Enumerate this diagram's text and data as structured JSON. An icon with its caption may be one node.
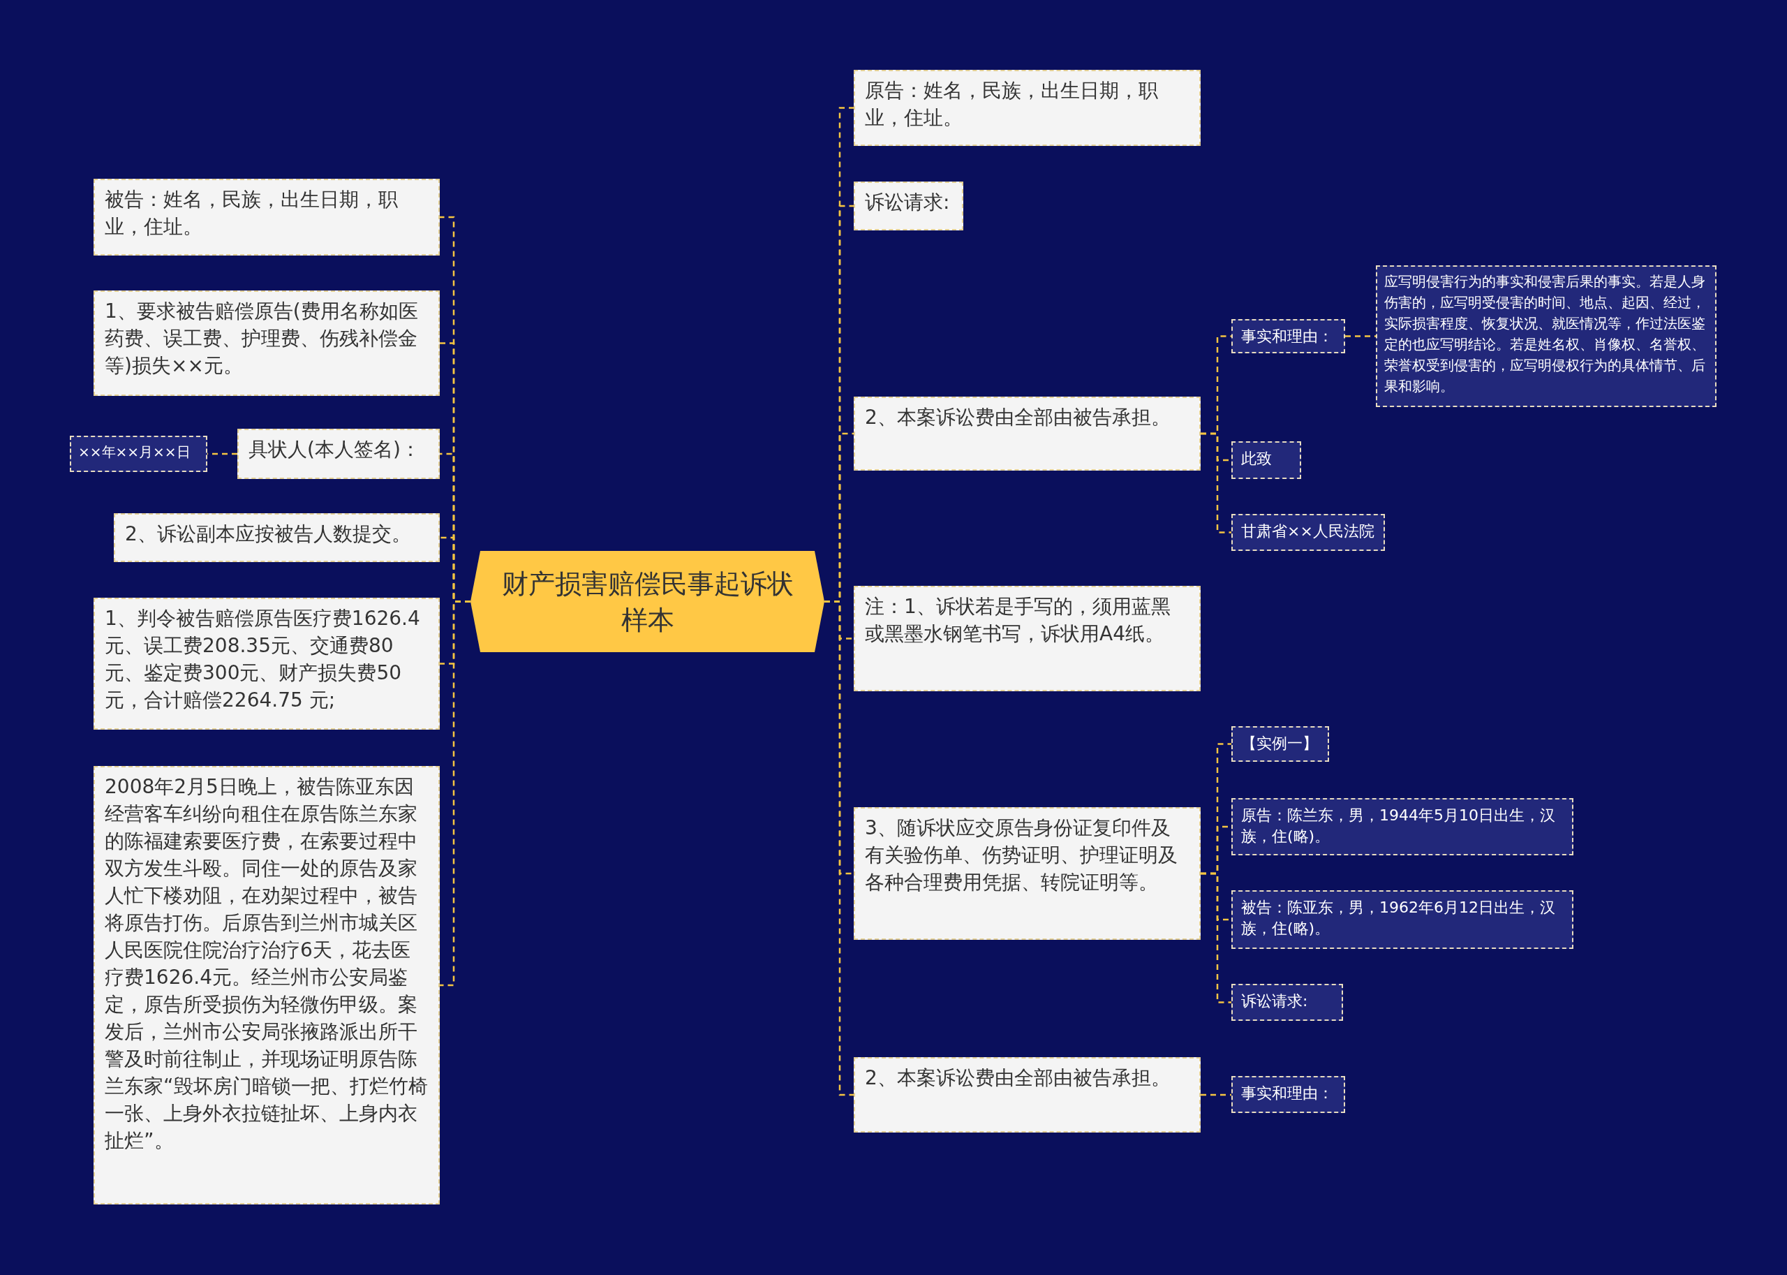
{
  "diagram": {
    "nodes": [
      {
        "text": [
          "财产损害赔偿民事起诉状样本"
        ]
      },
      {
        "text": [
          "被告：姓名，民族，出生日期，职业，住址。"
        ]
      },
      {
        "text": [
          "1、要求被告赔偿原告(费用名称如医药费、误工费、护理费、伤残补偿金等)损失××元。"
        ]
      },
      {
        "text": [
          "具状人(本人签名)："
        ]
      },
      {
        "text": [
          "××年××月××日"
        ]
      },
      {
        "text": [
          "2、诉讼副本应按被告人数提交。"
        ]
      },
      {
        "text": [
          "1、判令被告赔偿原告医疗费1626.4元、误工费208.35元、交通费80元、鉴定费300元、财产损失费50元，合计赔偿2264.75 元;"
        ]
      },
      {
        "text": [
          "2008年2月5日晚上，被告陈亚东因经营客车纠纷向租住在原告陈兰东家的陈福建索要医疗费，在索要过程中双方发生斗殴。同住一处的原告及家人忙下楼劝阻，在劝架过程中，被告将原告打伤。后原告到兰州市城关区人民医院住院治疗治疗6天，花去医疗费1626.4元。经兰州市公安局鉴定，原告所受损伤为轻微伤甲级。案发后，兰州市公安局张掖路派出所干警及时前往制止，并现场证明原告陈兰东家“毁坏房门暗锁一把、打烂竹椅一张、上身外衣拉链扯坏、上身内衣扯烂”。"
        ]
      },
      {
        "text": [
          "原告：姓名，民族，出生日期，职业，住址。"
        ]
      },
      {
        "text": [
          "诉讼请求:"
        ]
      },
      {
        "text": [
          "2、本案诉讼费由全部由被告承担。"
        ]
      },
      {
        "text": [
          "事实和理由："
        ]
      },
      {
        "text": [
          "应写明侵害行为的事实和侵害后果的事实。若是人身伤害的，应写明受侵害的时间、地点、起因、经过，实际损害程度、恢复状况、就医情况等，作过法医鉴定的也应写明结论。若是姓名权、肖像权、名誉权、荣誉权受到侵害的，应写明侵权行为的具体情节、后果和影响。"
        ]
      },
      {
        "text": [
          "此致"
        ]
      },
      {
        "text": [
          "甘肃省××人民法院"
        ]
      },
      {
        "text": [
          "注：1、诉状若是手写的，须用蓝黑或黑墨水钢笔书写，诉状用A4纸。"
        ]
      },
      {
        "text": [
          "3、随诉状应交原告身份证复印件及有关验伤单、伤势证明、护理证明及各种合理费用凭据、转院证明等。"
        ]
      },
      {
        "text": [
          "【实例一】"
        ]
      },
      {
        "text": [
          "原告：陈兰东，男，1944年5月10日出生，汉族，住(略)。"
        ]
      },
      {
        "text": [
          "被告：陈亚东，男，1962年6月12日出生，汉族，住(略)。"
        ]
      },
      {
        "text": [
          "诉讼请求:"
        ]
      },
      {
        "text": [
          "2、本案诉讼费由全部由被告承担。"
        ]
      },
      {
        "text": [
          "事实和理由："
        ]
      }
    ],
    "edges": [
      {
        "from": 0,
        "to": 1,
        "arrow": "none"
      },
      {
        "from": 0,
        "to": 2,
        "arrow": "none"
      },
      {
        "from": 0,
        "to": 3,
        "arrow": "none"
      },
      {
        "from": 3,
        "to": 4,
        "arrow": "none"
      },
      {
        "from": 0,
        "to": 5,
        "arrow": "none"
      },
      {
        "from": 0,
        "to": 6,
        "arrow": "none"
      },
      {
        "from": 0,
        "to": 7,
        "arrow": "none"
      },
      {
        "from": 0,
        "to": 8,
        "arrow": "none"
      },
      {
        "from": 0,
        "to": 9,
        "arrow": "none"
      },
      {
        "from": 0,
        "to": 10,
        "arrow": "none"
      },
      {
        "from": 10,
        "to": 11,
        "arrow": "none"
      },
      {
        "from": 11,
        "to": 12,
        "arrow": "none"
      },
      {
        "from": 10,
        "to": 13,
        "arrow": "none"
      },
      {
        "from": 10,
        "to": 14,
        "arrow": "none"
      },
      {
        "from": 0,
        "to": 15,
        "arrow": "none"
      },
      {
        "from": 0,
        "to": 16,
        "arrow": "none"
      },
      {
        "from": 16,
        "to": 17,
        "arrow": "none"
      },
      {
        "from": 16,
        "to": 18,
        "arrow": "none"
      },
      {
        "from": 16,
        "to": 19,
        "arrow": "none"
      },
      {
        "from": 16,
        "to": 20,
        "arrow": "none"
      },
      {
        "from": 0,
        "to": 21,
        "arrow": "none"
      },
      {
        "from": 21,
        "to": 22,
        "arrow": "none"
      }
    ]
  }
}
